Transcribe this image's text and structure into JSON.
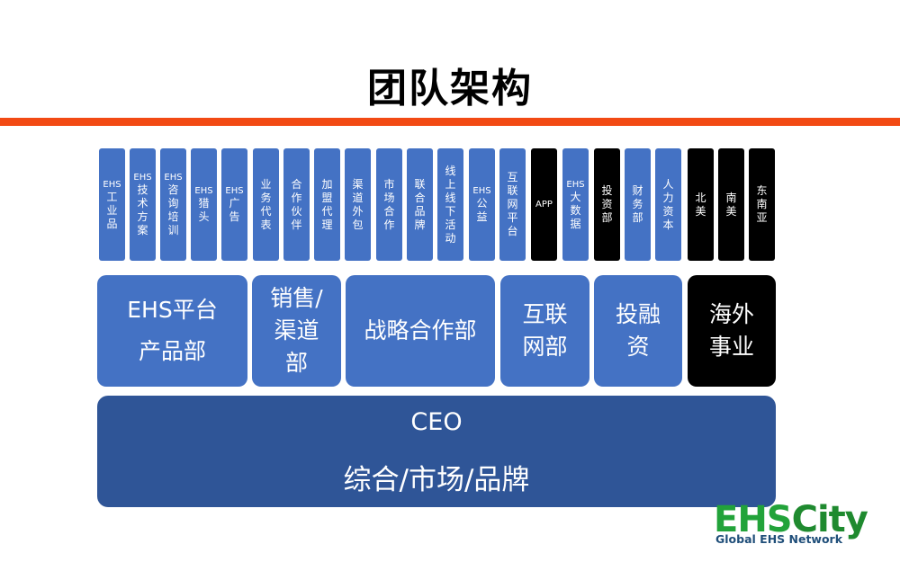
{
  "title": "团队架构",
  "colors": {
    "blue": "#4472c4",
    "black": "#000000",
    "ceo": "#2f5597",
    "accent": "#f24a14",
    "logo_green": "#22a33a"
  },
  "sub_units": [
    {
      "lead": "EHS",
      "text": "工业品",
      "color": "blue"
    },
    {
      "lead": "EHS",
      "text": "技术方案",
      "color": "blue"
    },
    {
      "lead": "EHS",
      "text": "咨询培训",
      "color": "blue"
    },
    {
      "lead": "EHS",
      "text": "猎头",
      "color": "blue"
    },
    {
      "lead": "EHS",
      "text": "广告",
      "color": "blue"
    },
    {
      "lead": "",
      "text": "业务代表",
      "color": "blue"
    },
    {
      "lead": "",
      "text": "合作伙伴",
      "color": "blue"
    },
    {
      "lead": "",
      "text": "加盟代理",
      "color": "blue"
    },
    {
      "lead": "",
      "text": "渠道外包",
      "color": "blue"
    },
    {
      "lead": "",
      "text": "市场合作",
      "color": "blue"
    },
    {
      "lead": "",
      "text": "联合品牌",
      "color": "blue"
    },
    {
      "lead": "",
      "text": "线上线下活动",
      "color": "blue"
    },
    {
      "lead": "EHS",
      "text": "公益",
      "color": "blue"
    },
    {
      "lead": "",
      "text": "互联网平台",
      "color": "blue"
    },
    {
      "lead": "",
      "text": "APP",
      "color": "black"
    },
    {
      "lead": "EHS",
      "text": "大数据",
      "color": "blue"
    },
    {
      "lead": "",
      "text": "投资部",
      "color": "black"
    },
    {
      "lead": "",
      "text": "财务部",
      "color": "blue"
    },
    {
      "lead": "",
      "text": "人力资本",
      "color": "blue"
    },
    {
      "lead": "",
      "text": "北美",
      "color": "black"
    },
    {
      "lead": "",
      "text": "南美",
      "color": "black"
    },
    {
      "lead": "",
      "text": "东南亚",
      "color": "black"
    }
  ],
  "departments": [
    {
      "lines": [
        "EHS平台",
        "产品部"
      ],
      "color": "blue"
    },
    {
      "lines": [
        "销售/",
        "渠道",
        "部"
      ],
      "color": "blue"
    },
    {
      "lines": [
        "战略合作部"
      ],
      "color": "blue"
    },
    {
      "lines": [
        "互联",
        "网部"
      ],
      "color": "blue"
    },
    {
      "lines": [
        "投融",
        "资"
      ],
      "color": "blue"
    },
    {
      "lines": [
        "海外",
        "事业"
      ],
      "color": "black"
    }
  ],
  "ceo": {
    "title": "CEO",
    "subtitle": "综合/市场/品牌"
  },
  "logo": {
    "mark_a": "EHS",
    "mark_b": "City",
    "tagline": "Global EHS Network"
  }
}
